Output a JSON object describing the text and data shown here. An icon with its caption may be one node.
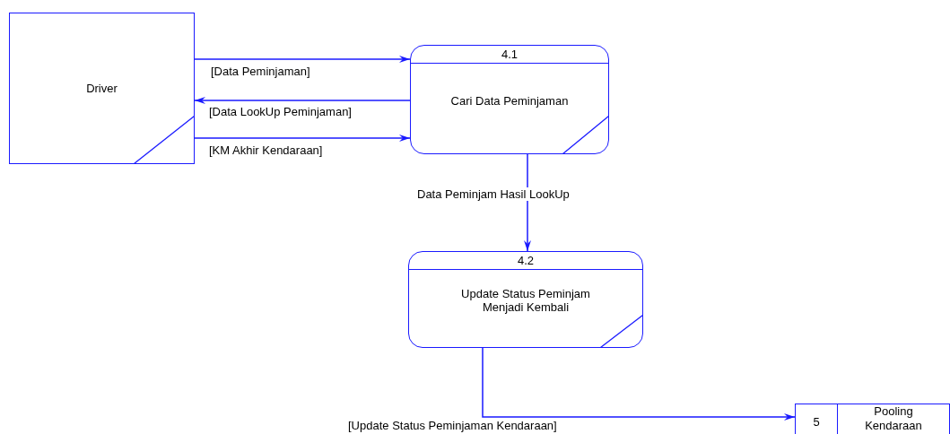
{
  "diagram": {
    "nodes": [
      {
        "text": [
          "Driver"
        ]
      },
      {
        "text": [
          "4.1",
          "Cari Data Peminjaman"
        ]
      },
      {
        "text": [
          "4.2",
          "Update Status Peminjam Menjadi Kembali"
        ]
      },
      {
        "text": [
          "5",
          "Pooling Kendaraan"
        ]
      }
    ],
    "edges": [
      {
        "from": 0,
        "to": 1,
        "arrow": "to",
        "label": "[Data Peminjaman]"
      },
      {
        "from": 1,
        "to": 0,
        "arrow": "to",
        "label": "[Data LookUp Peminjaman]"
      },
      {
        "from": 0,
        "to": 1,
        "arrow": "to",
        "label": "[KM Akhir Kendaraan]"
      },
      {
        "from": 1,
        "to": 2,
        "arrow": "to",
        "label": "Data Peminjam Hasil LookUp"
      },
      {
        "from": 2,
        "to": 3,
        "arrow": "to",
        "label": "[Update Status Peminjaman Kendaraan]"
      }
    ]
  }
}
